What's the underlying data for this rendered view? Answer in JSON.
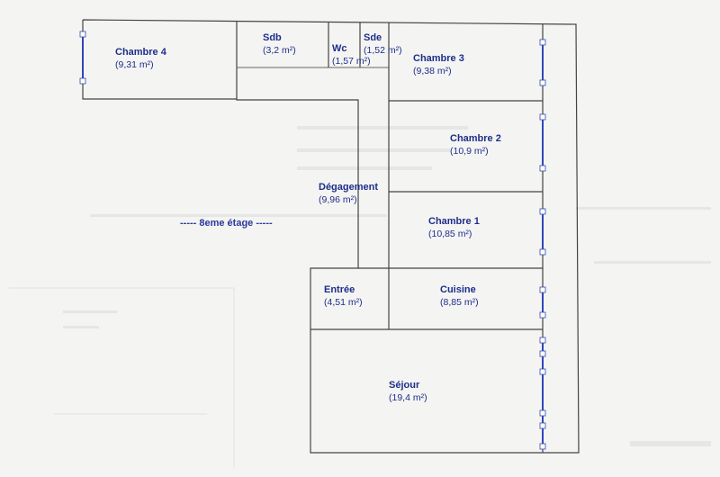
{
  "floor_label": "----- 8eme étage -----",
  "rooms": {
    "chambre4": {
      "name": "Chambre 4",
      "area": "(9,31 m²)"
    },
    "sdb": {
      "name": "Sdb",
      "area": "(3,2 m²)"
    },
    "wc": {
      "name": "Wc",
      "area": "(1,57 m²)"
    },
    "sde": {
      "name": "Sde",
      "area": "(1,52 m²)"
    },
    "chambre3": {
      "name": "Chambre 3",
      "area": "(9,38 m²)"
    },
    "chambre2": {
      "name": "Chambre 2",
      "area": "(10,9 m²)"
    },
    "degagement": {
      "name": "Dégagement",
      "area": "(9,96 m²)"
    },
    "chambre1": {
      "name": "Chambre 1",
      "area": "(10,85 m²)"
    },
    "entree": {
      "name": "Entrée",
      "area": "(4,51 m²)"
    },
    "cuisine": {
      "name": "Cuisine",
      "area": "(8,85 m²)"
    },
    "sejour": {
      "name": "Séjour",
      "area": "(19,4 m²)"
    }
  },
  "colors": {
    "text": "#1e2e8c",
    "walls": "#444444",
    "windows": "#3048b8",
    "background": "#f4f4f2"
  }
}
